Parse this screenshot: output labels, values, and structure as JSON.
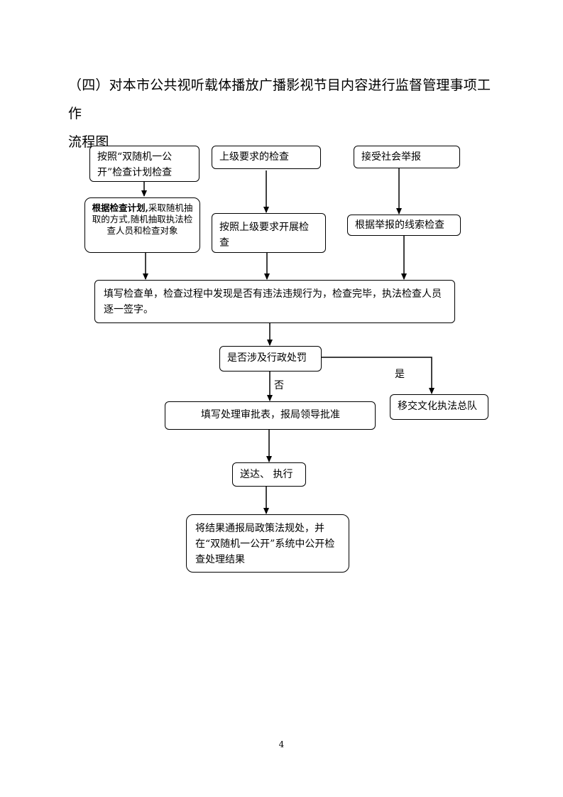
{
  "heading": {
    "line1": "（四）对本市公共视听载体播放广播影视节目内容进行监督管理事项工作",
    "line2": "流程图"
  },
  "flow": {
    "box_plan_check": "按照“双随机一公开”检查计划检查",
    "box_random_bold": "根据检查计划,",
    "box_random_rest": "采取随机抽取的方式,随机抽取执法检查人员和检查对象",
    "box_superior_req": "上级要求的检查",
    "box_superior_do": "按照上级要求开展检查",
    "box_report_accept": "接受社会举报",
    "box_report_check": "根据举报的线索检查",
    "box_fill_form": "填写检查单，检查过程中发现是否有违法违规行为，检查完毕，执法检查人员逐一签字。",
    "box_decision": "是否涉及行政处罚",
    "label_yes": "是",
    "label_no": "否",
    "box_transfer": "移交文化执法总队",
    "box_approval": "填写处理审批表，报局领导批准",
    "box_deliver": "送达、 执行",
    "box_publish": "将结果通报局政策法规处，并在“双随机一公开”系统中公开检查处理结果"
  },
  "page_number": "4"
}
